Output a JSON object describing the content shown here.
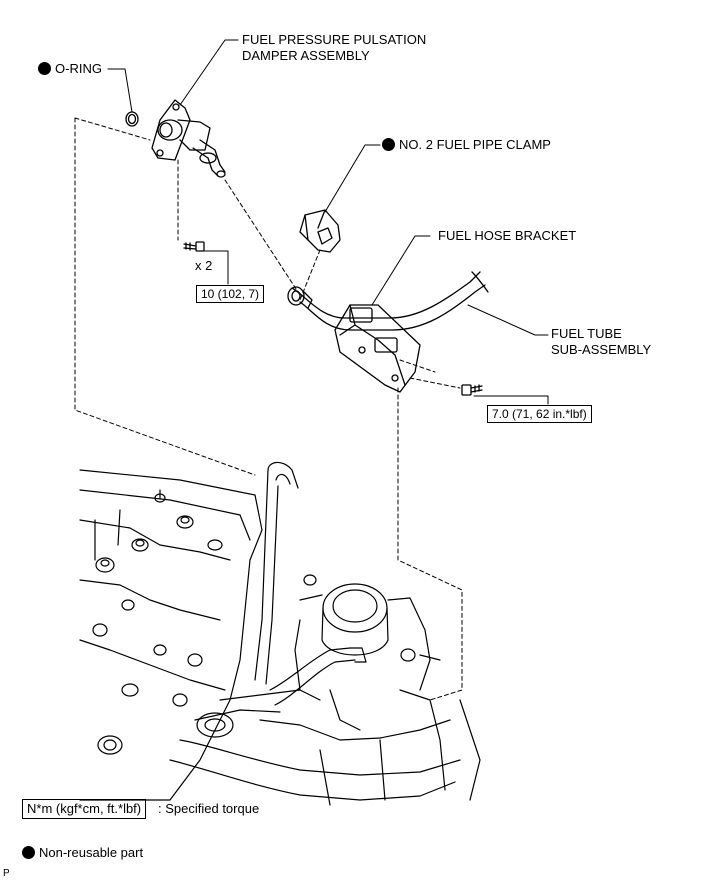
{
  "labels": {
    "o_ring": "O-RING",
    "damper_line1": "FUEL PRESSURE PULSATION",
    "damper_line2": "DAMPER ASSEMBLY",
    "clamp": "NO. 2 FUEL PIPE CLAMP",
    "bracket": "FUEL HOSE BRACKET",
    "tube_line1": "FUEL TUBE",
    "tube_line2": "SUB-ASSEMBLY",
    "qty": "x 2"
  },
  "torques": {
    "damper_bolt": "10 (102, 7)",
    "bracket_bolt": "7.0 (71, 62 in.*lbf)"
  },
  "legend": {
    "unit_box": "N*m (kgf*cm, ft.*lbf)",
    "unit_text": ": Specified torque",
    "nonreusable": "Non-reusable part"
  },
  "corner_mark": "P"
}
